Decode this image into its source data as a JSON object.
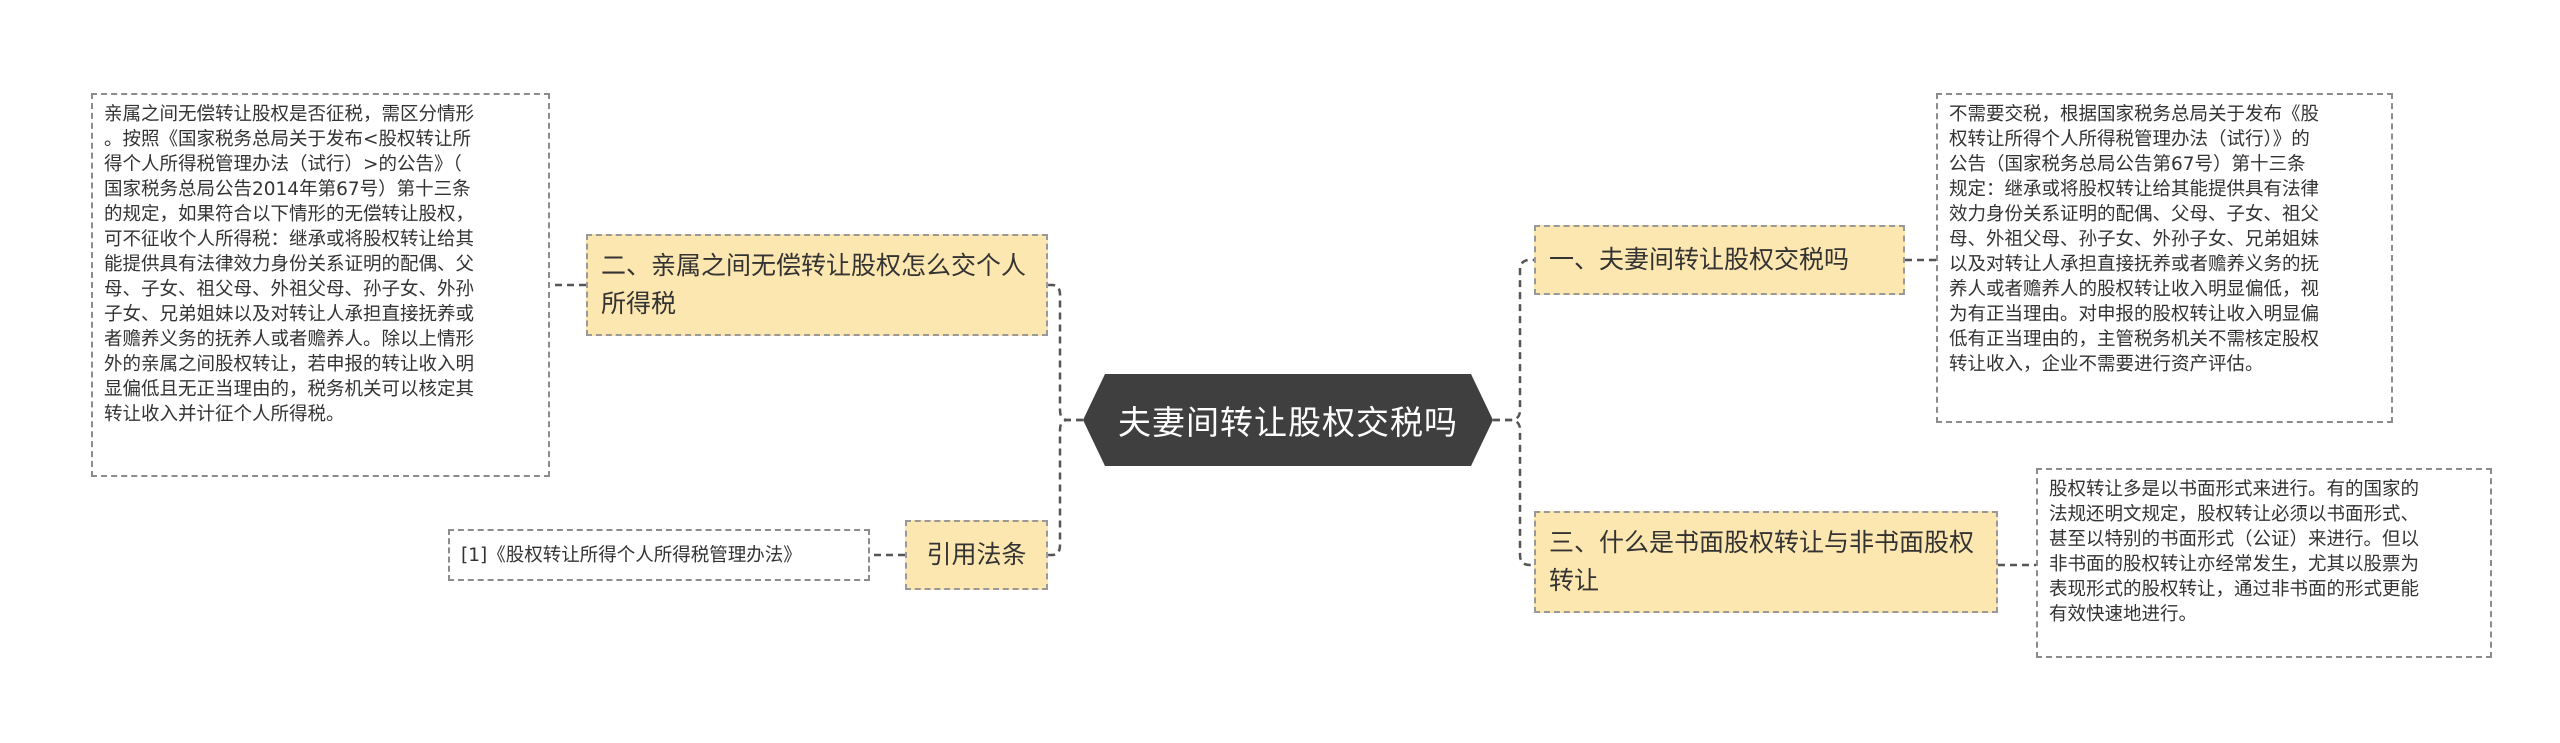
{
  "central": {
    "title": "夫妻间转让股权交税吗"
  },
  "topics": {
    "t1": {
      "label": "一、夫妻间转让股权交税吗"
    },
    "t2": {
      "label": "二、亲属之间无偿转让股权怎么交个人所得税"
    },
    "t3": {
      "label": "三、什么是书面股权转让与非书面股权转让"
    },
    "t4": {
      "label": "引用法条"
    }
  },
  "notes": {
    "n1": {
      "text": "不需要交税，根据国家税务总局关于发布《股\n权转让所得个人所得税管理办法（试行）》的\n公告（国家税务总局公告第67号）第十三条\n规定：继承或将股权转让给其能提供具有法律\n效力身份关系证明的配偶、父母、子女、祖父\n母、外祖父母、孙子女、外孙子女、兄弟姐妹\n以及对转让人承担直接抚养或者赡养义务的抚\n养人或者赡养人的股权转让收入明显偏低，视\n为有正当理由。对申报的股权转让收入明显偏\n低有正当理由的，主管税务机关不需核定股权\n转让收入，企业不需要进行资产评估。"
    },
    "n2": {
      "text": "亲属之间无偿转让股权是否征税，需区分情形\n。按照《国家税务总局关于发布<股权转让所\n得个人所得税管理办法（试行）>的公告》（\n国家税务总局公告2014年第67号）第十三条\n的规定，如果符合以下情形的无偿转让股权，\n可不征收个人所得税：继承或将股权转让给其\n能提供具有法律效力身份关系证明的配偶、父\n母、子女、祖父母、外祖父母、孙子女、外孙\n子女、兄弟姐妹以及对转让人承担直接抚养或\n者赡养义务的抚养人或者赡养人。除以上情形\n外的亲属之间股权转让，若申报的转让收入明\n显偏低且无正当理由的，税务机关可以核定其\n转让收入并计征个人所得税。"
    },
    "n3": {
      "text": "股权转让多是以书面形式来进行。有的国家的\n法规还明文规定，股权转让必须以书面形式、\n甚至以特别的书面形式（公证）来进行。但以\n非书面的股权转让亦经常发生，尤其以股票为\n表现形式的股权转让，通过非书面的形式更能\n有效快速地进行。"
    },
    "n4": {
      "text": "[1]《股权转让所得个人所得税管理办法》"
    }
  }
}
